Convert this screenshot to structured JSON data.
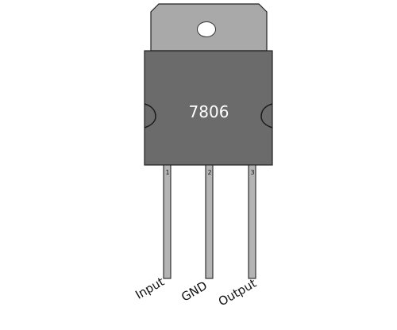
{
  "component": {
    "part_number": "7806"
  },
  "pins": [
    {
      "number": "1",
      "label": "Input"
    },
    {
      "number": "2",
      "label": "GND"
    },
    {
      "number": "3",
      "label": "Output"
    }
  ],
  "colors": {
    "tab": "#a9a9a9",
    "body": "#6b6b6b",
    "leads": "#b4b4b4",
    "outline": "#222222",
    "text_on_body": "#ffffff",
    "label_text": "#111111"
  }
}
